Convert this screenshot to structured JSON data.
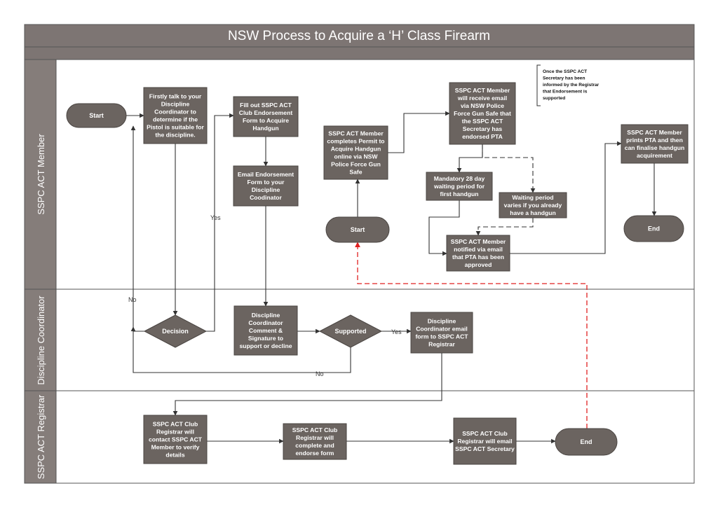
{
  "title": "NSW Process to Acquire a ‘H’ Class Firearm",
  "lanes": {
    "member": "SSPC ACT Member",
    "coordinator": "Discipline Coordinator",
    "registrar": "SSPC ACT Registrar"
  },
  "nodes": {
    "start1": "Start",
    "talk": "Firstly talk to your|Discipline|Coordinator to|determine if the|Pistol is suitable for|the discipline.",
    "fill_form": "Fill out SSPC ACT|Club Endorsement|Form to Acquire|Handgun",
    "email_form": "Email Endorsement|Form to your|Discipline|Coodinator",
    "permit": "SSPC ACT Member|completes Permit to|Acquire Handgun|online via NSW|Police Force Gun|Safe",
    "start2": "Start",
    "receive_email": "SSPC ACT Member|will receive email|via NSW Police|Force Gun Safe that|the SSPC ACT|Secretary has|endorsed PTA",
    "mandatory": "Mandatory 28 day|waiting period for|first handgun",
    "waiting": "Waiting period|varies  if you already|have a handgun",
    "notified": "SSPC ACT Member|notified via email|that PTA has been|approved",
    "prints": "SSPC ACT Member|prints PTA and then|can finalise handgun|acquirement",
    "end1": "End",
    "decision": "Decision",
    "comment": "Discipline|Coordinator|Comment &|Signature to|support or decline",
    "supported": "Supported",
    "coord_email": "Discipline|Coordinator email|form to SSPC ACT|Registrar",
    "contact": "SSPC ACT Club|Registrar will|contact SSPC ACT|Member to verify|details",
    "complete": "SSPC ACT Club|Registrar will|complete and|endorse form",
    "reg_email": "SSPC ACT Club|Registrar will email|SSPC ACT Secretary",
    "end2": "End"
  },
  "note": "Once  the  SSPC  ACT|Secretary   has   been|informed by the Registrar|that    Endorsement    is|supported",
  "labels": {
    "yes1": "Yes",
    "no1": "No",
    "yes2": "Yes",
    "no2": "No"
  },
  "colors": {
    "box_fill": "#6b6460",
    "header_fill": "#7d7573",
    "lane_fill": "#857d7a",
    "highlight_arrow": "#e02020"
  }
}
